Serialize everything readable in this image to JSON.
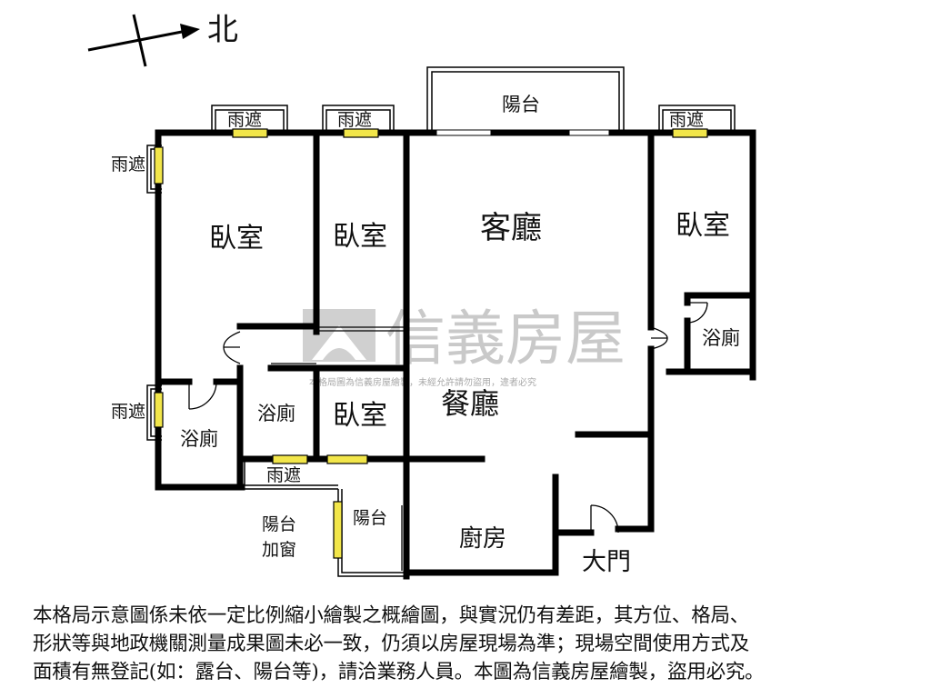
{
  "compass": {
    "north_label": "北"
  },
  "rooms": {
    "living": "客廳",
    "dining": "餐廳",
    "kitchen": "廚房",
    "bedroom_west": "臥室",
    "bedroom_middle": "臥室",
    "bedroom_east": "臥室",
    "bedroom_small": "臥室",
    "bath_east": "浴廁",
    "bath_mid": "浴廁",
    "bath_west": "浴廁",
    "main_door": "大門"
  },
  "balconies": {
    "top": "陽台",
    "bottom": "陽台",
    "window_line1": "陽台",
    "window_line2": "加窗"
  },
  "awnings": {
    "top_left": "雨遮",
    "top_mid": "雨遮",
    "top_right": "雨遮",
    "side_upper": "雨遮",
    "side_lower": "雨遮",
    "bottom": "雨遮"
  },
  "watermark": {
    "brand": "信義房屋",
    "notice": "本格局圖為信義房屋繪製，未經允許請勿盜用，違者必究"
  },
  "disclaimer": {
    "line1": "本格局示意圖係未依一定比例縮小繪製之概繪圖，與實況仍有差距，其方位、格局、",
    "line2": "形狀等與地政機關測量成果圖未必一致，仍須以房屋現場為準；現場空間使用方式及",
    "line3": "面積有無登記(如：露台、陽台等)，請洽業務人員。本圖為信義房屋繪製，盜用必究。"
  },
  "colors": {
    "wall": "#000000",
    "window": "#f2e64a",
    "watermark": "#c9c9c9"
  }
}
